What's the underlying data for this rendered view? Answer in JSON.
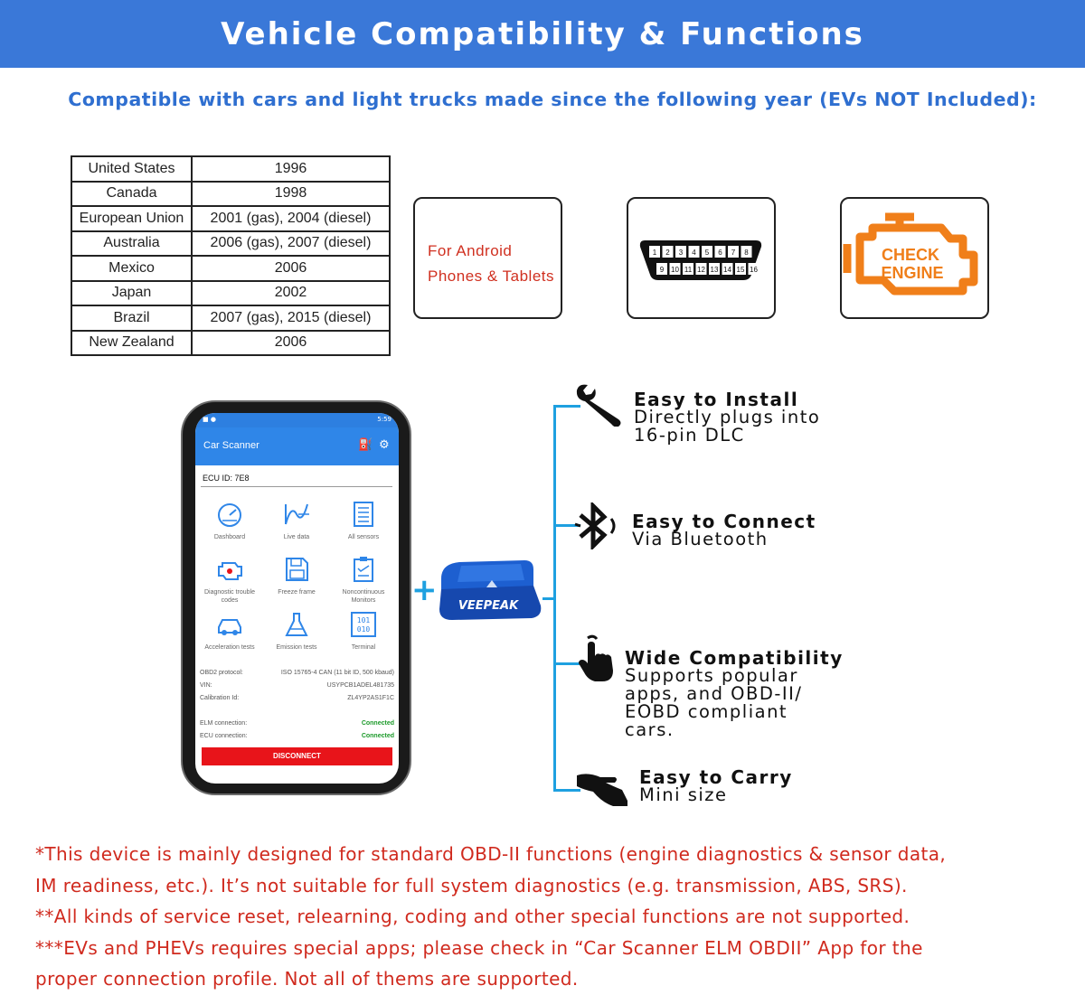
{
  "banner": {
    "title": "Vehicle Compatibility & Functions",
    "color": "#3a78d8"
  },
  "subtitle": "Compatible with cars and light trucks made since the following year (EVs NOT Included):",
  "compat_table": [
    {
      "region": "United States",
      "year": "1996"
    },
    {
      "region": "Canada",
      "year": "1998"
    },
    {
      "region": "European Union",
      "year": "2001 (gas), 2004 (diesel)"
    },
    {
      "region": "Australia",
      "year": "2006 (gas), 2007 (diesel)"
    },
    {
      "region": "Mexico",
      "year": "2006"
    },
    {
      "region": "Japan",
      "year": "2002"
    },
    {
      "region": "Brazil",
      "year": "2007 (gas), 2015 (diesel)"
    },
    {
      "region": "New Zealand",
      "year": "2006"
    }
  ],
  "icon_boxes": {
    "android": {
      "line1": "For Android",
      "line2": "Phones & Tablets"
    },
    "obd": {
      "icon": "obd2-port-icon",
      "pins_top": [
        "1",
        "2",
        "3",
        "4",
        "5",
        "6",
        "7",
        "8"
      ],
      "pins_bottom": [
        "9",
        "10",
        "11",
        "12",
        "13",
        "14",
        "15",
        "16"
      ]
    },
    "check_engine": {
      "icon": "check-engine-icon",
      "line1": "CHECK",
      "line2": "ENGINE",
      "color": "#f07f1a"
    }
  },
  "phone": {
    "status_time": "5:59",
    "app_title": "Car Scanner",
    "ecu_id": "ECU ID: 7E8",
    "tiles": [
      {
        "label": "Dashboard",
        "icon": "gauge-icon"
      },
      {
        "label": "Live data",
        "icon": "live-data-icon"
      },
      {
        "label": "All sensors",
        "icon": "list-icon"
      },
      {
        "label": "Diagnostic trouble codes",
        "icon": "engine-icon"
      },
      {
        "label": "Freeze frame",
        "icon": "floppy-icon"
      },
      {
        "label": "Noncontinuous Monitors",
        "icon": "clipboard-icon"
      },
      {
        "label": "Acceleration tests",
        "icon": "car-icon"
      },
      {
        "label": "Emission tests",
        "icon": "flask-icon"
      },
      {
        "label": "Terminal",
        "icon": "terminal-icon"
      }
    ],
    "info": [
      {
        "label": "OBD2 protocol:",
        "value": "ISO 15765-4 CAN (11 bit ID, 500 kbaud)"
      },
      {
        "label": "VIN:",
        "value": "USYPCB1ADEL481735"
      },
      {
        "label": "Calibration Id:",
        "value": "ZL4YP2AS1F1C"
      },
      {
        "label": "ELM connection:",
        "value": "Connected"
      },
      {
        "label": "ECU connection:",
        "value": "Connected"
      }
    ],
    "disconnect_label": "DISCONNECT"
  },
  "dongle": {
    "brand": "VEEPEAK",
    "color": "#1d5fd0"
  },
  "features": [
    {
      "title": "Easy to Install",
      "desc": [
        "Directly plugs into",
        "16-pin DLC"
      ],
      "icon": "wrench-icon"
    },
    {
      "title": "Easy to Connect",
      "desc": [
        "Via Bluetooth"
      ],
      "icon": "bluetooth-icon"
    },
    {
      "title": "Wide Compatibility",
      "desc": [
        "Supports popular",
        "apps, and OBD-II/",
        "EOBD compliant",
        "cars."
      ],
      "icon": "hand-tap-icon"
    },
    {
      "title": "Easy to Carry",
      "desc": [
        "Mini size"
      ],
      "icon": "hand-icon"
    }
  ],
  "notes": [
    "*This device is mainly designed for standard OBD-II functions (engine diagnostics & sensor data,",
    "IM readiness, etc.). It’s not suitable for full system diagnostics (e.g. transmission, ABS, SRS).",
    "**All kinds of service reset, relearning, coding and other special functions are not supported.",
    "***EVs and PHEVs requires special apps; please check in “Car Scanner ELM OBDII” App for the",
    "proper connection profile. Not all of thems are supported."
  ],
  "colors": {
    "accent_blue": "#2f6fd0",
    "note_red": "#d02a1e",
    "line_blue": "#1ea0e0"
  }
}
